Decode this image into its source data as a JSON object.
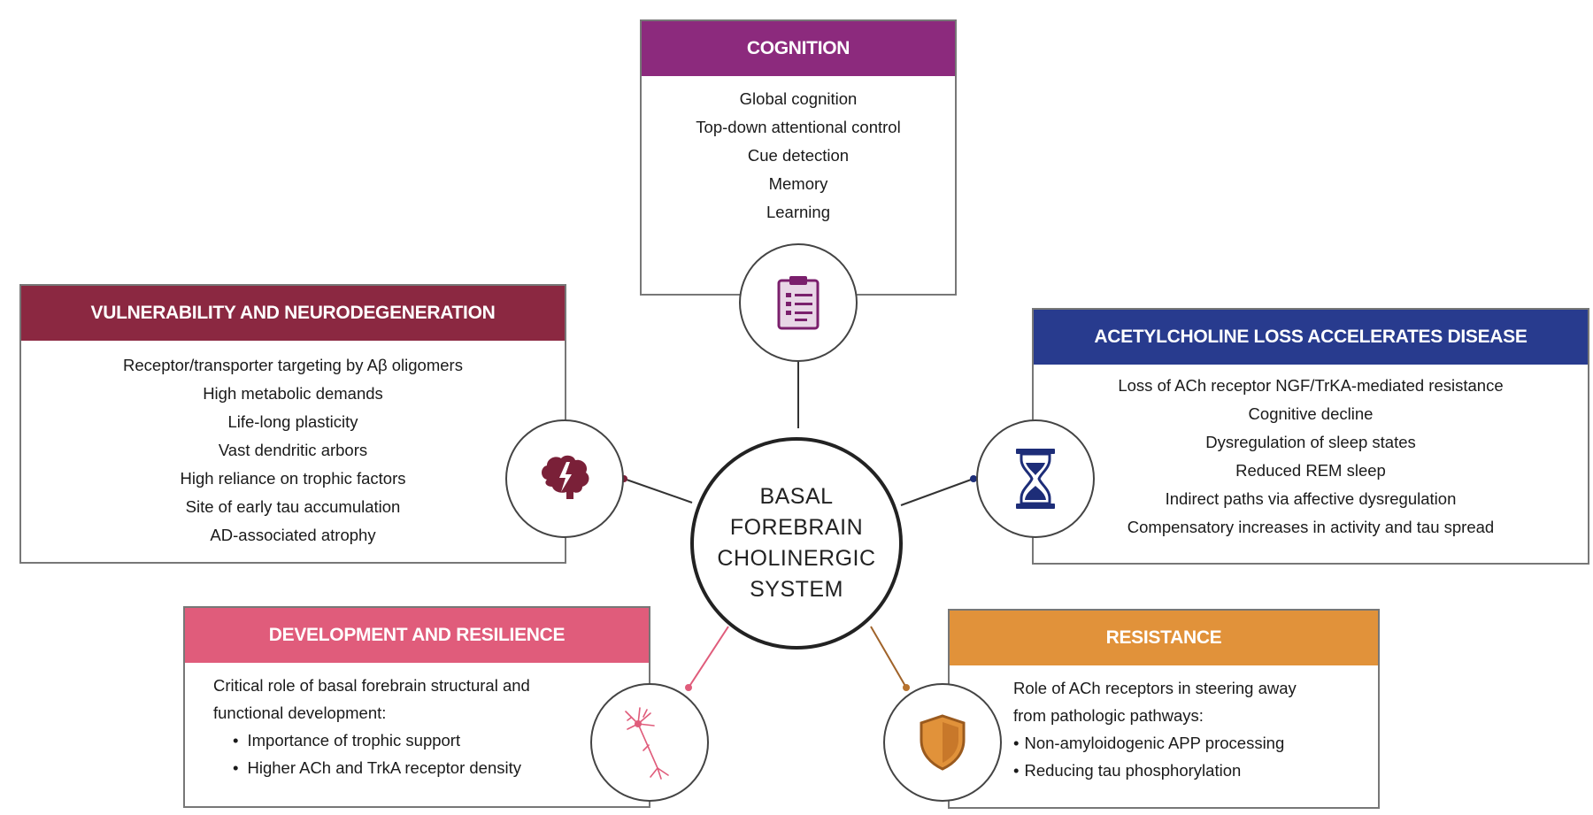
{
  "center": {
    "lines": [
      "BASAL",
      "FOREBRAIN",
      "CHOLINERGIC",
      "SYSTEM"
    ]
  },
  "cognition": {
    "title": "COGNITION",
    "items": [
      "Global cognition",
      "Top-down attentional control",
      "Cue detection",
      "Memory",
      "Learning"
    ],
    "icon": "clipboard-icon",
    "color": "#8c2a7d"
  },
  "vulnerability": {
    "title": "VULNERABILITY AND NEURODEGENERATION",
    "items": [
      "Receptor/transporter targeting by Aβ oligomers",
      "High metabolic demands",
      "Life-long plasticity",
      "Vast dendritic arbors",
      "High reliance on trophic factors",
      "Site of early tau accumulation",
      "AD-associated atrophy"
    ],
    "icon": "brain-lightning-icon",
    "color": "#8b2841"
  },
  "acetylcholine": {
    "title": "ACETYLCHOLINE LOSS ACCELERATES DISEASE",
    "items": [
      "Loss of ACh receptor NGF/TrKA-mediated resistance",
      "Cognitive decline",
      "Dysregulation of sleep states",
      "Reduced REM sleep",
      "Indirect paths via affective dysregulation",
      "Compensatory increases in activity and tau spread"
    ],
    "icon": "hourglass-icon",
    "color": "#283b8e"
  },
  "development": {
    "title": "DEVELOPMENT AND RESILIENCE",
    "intro_line1": "Critical role of basal forebrain structural and",
    "intro_line2": "functional development:",
    "bullets": [
      "Importance of trophic support",
      "Higher ACh and TrkA receptor density"
    ],
    "icon": "neuron-icon",
    "color": "#e05c7b"
  },
  "resistance": {
    "title": "RESISTANCE",
    "intro_line1": "Role of ACh receptors in steering away",
    "intro_line2": "from pathologic pathways:",
    "bullets": [
      "Non-amyloidogenic APP processing",
      "Reducing tau phosphorylation"
    ],
    "icon": "shield-icon",
    "color": "#e1923a"
  }
}
